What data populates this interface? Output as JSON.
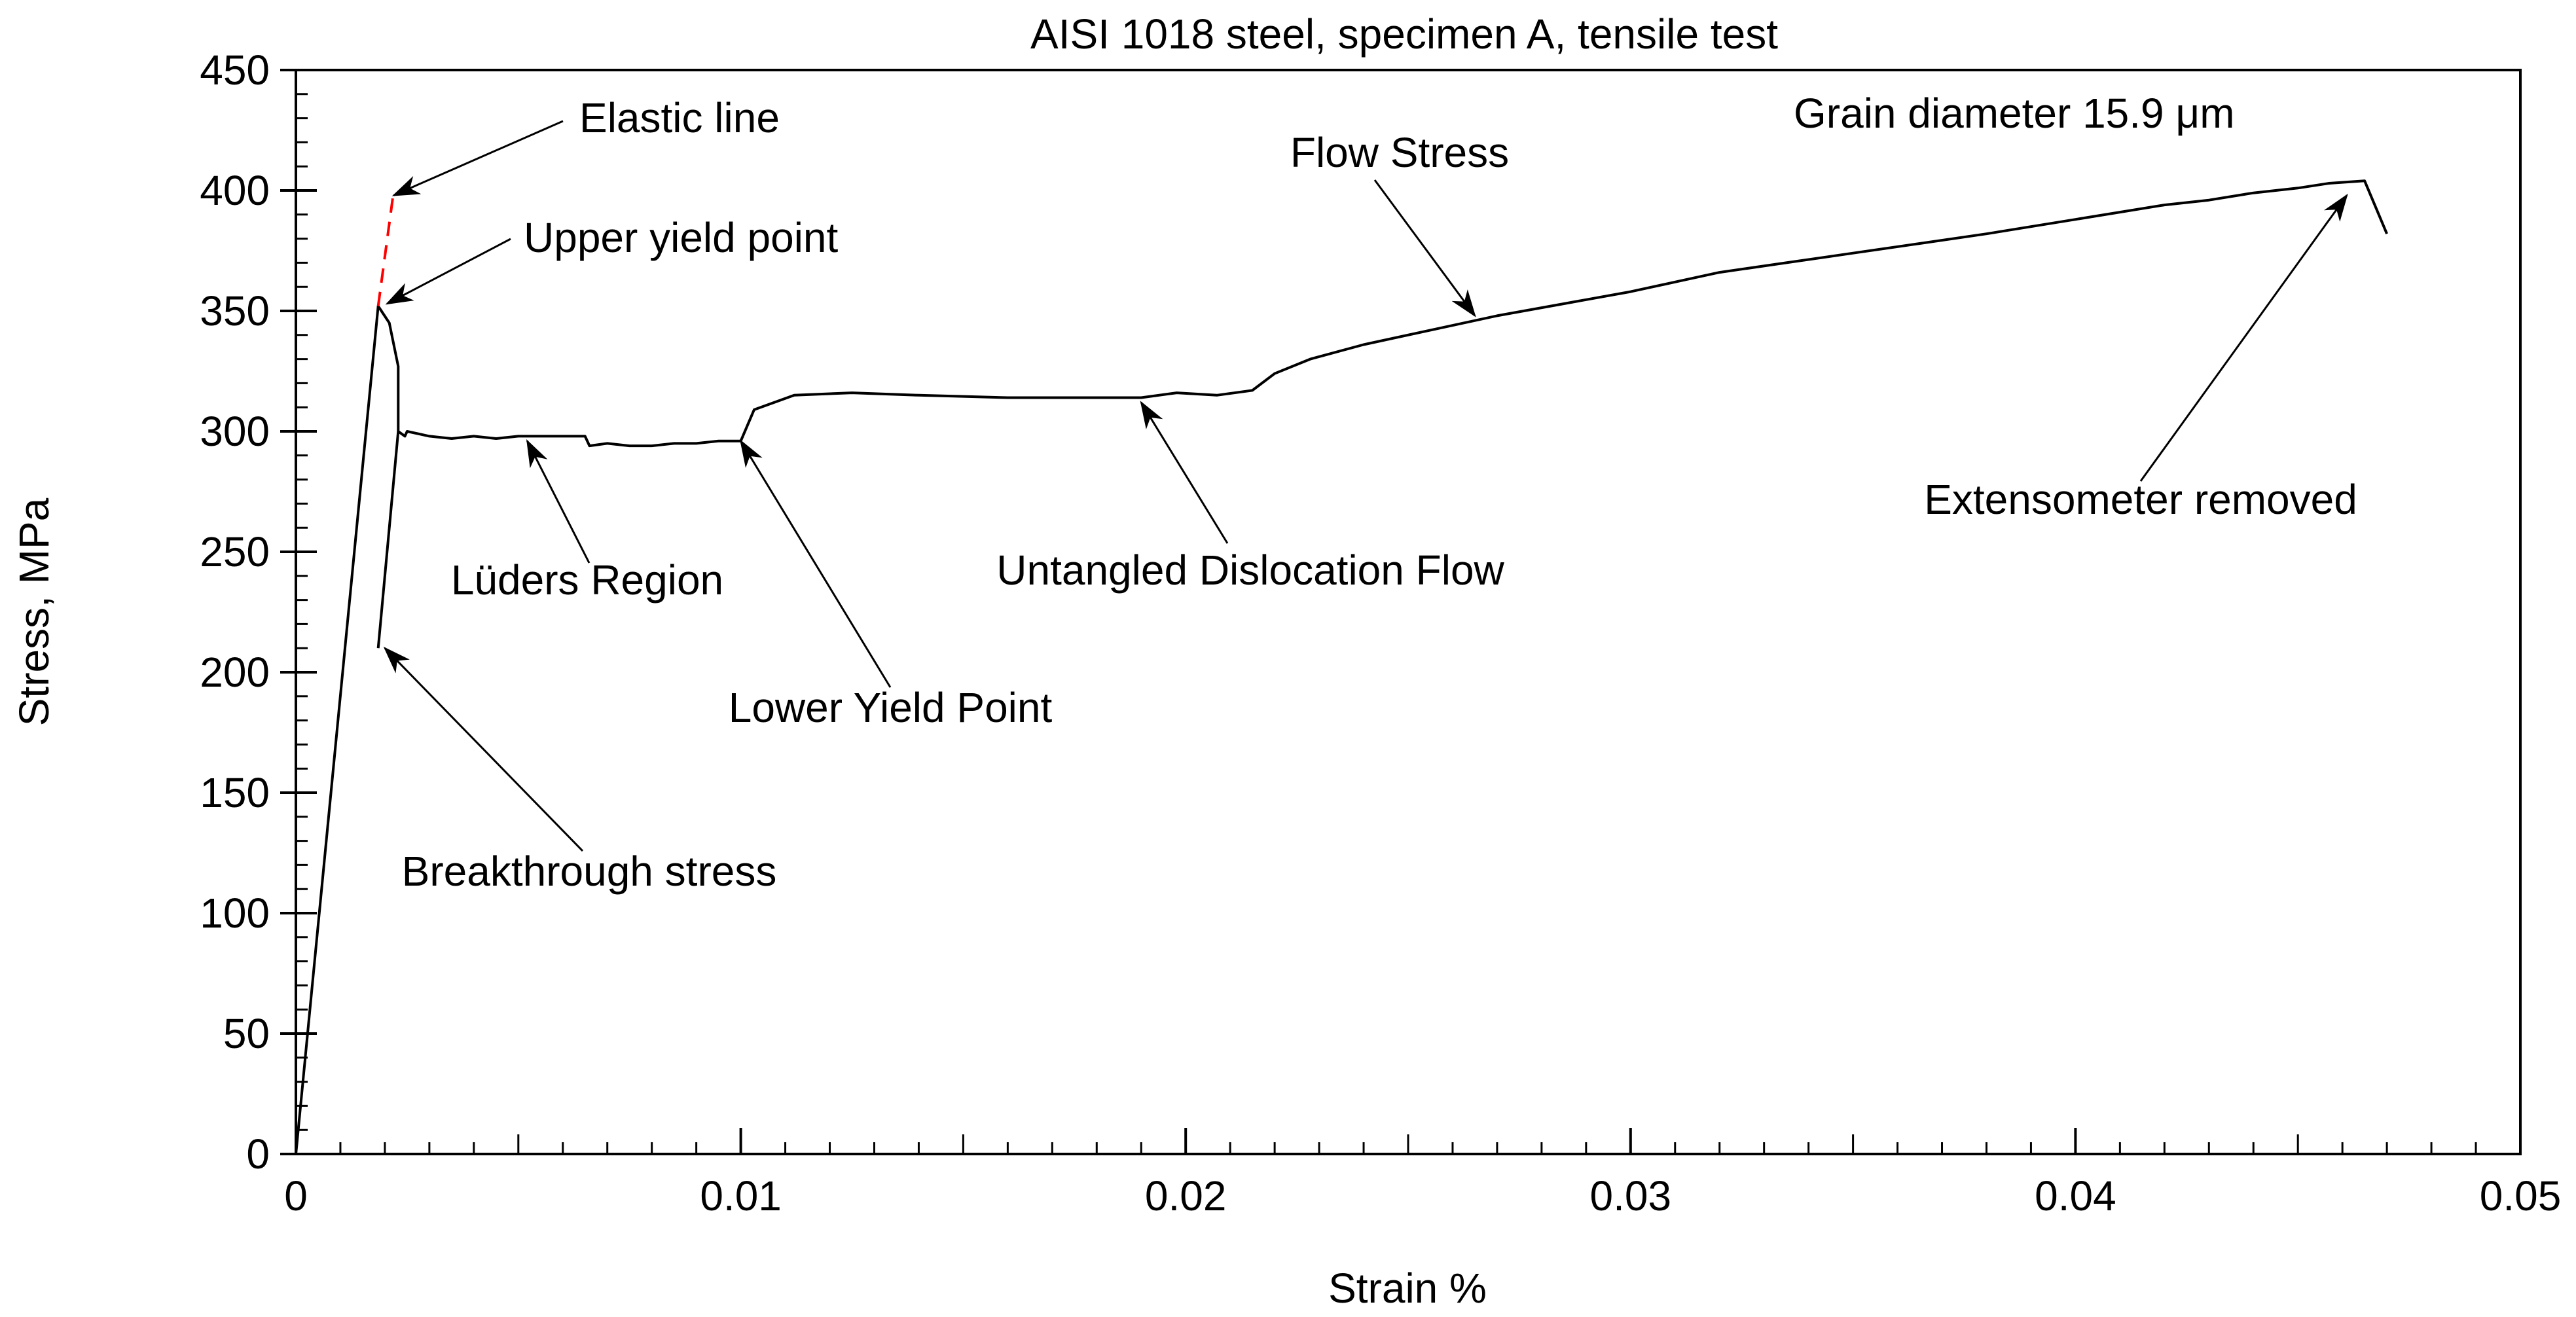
{
  "chart_data": {
    "type": "line",
    "title": "AISI 1018 steel, specimen A, tensile test",
    "xlabel": "Strain %",
    "ylabel": "Stress, MPa",
    "xlim": [
      0,
      0.05
    ],
    "ylim": [
      0,
      450
    ],
    "grid": false,
    "x_ticks": [
      0,
      0.01,
      0.02,
      0.03,
      0.04,
      0.05
    ],
    "x_tick_labels": [
      "0",
      "0.01",
      "0.02",
      "0.03",
      "0.04",
      "0.05"
    ],
    "y_ticks": [
      0,
      50,
      100,
      150,
      200,
      250,
      300,
      350,
      400,
      450
    ],
    "y_tick_labels": [
      "0",
      "50",
      "100",
      "150",
      "200",
      "250",
      "300",
      "350",
      "400",
      "450"
    ],
    "series": [
      {
        "color": "#000000",
        "x": [
          0.0,
          0.00185,
          0.0021,
          0.0023,
          0.0023,
          0.00245,
          0.0025,
          0.003,
          0.0035,
          0.004,
          0.0045,
          0.005,
          0.0055,
          0.006,
          0.0065,
          0.0066,
          0.007,
          0.0075,
          0.008,
          0.0085,
          0.009,
          0.0095,
          0.01,
          0.0103,
          0.0112,
          0.0125,
          0.014,
          0.016,
          0.018,
          0.019,
          0.0198,
          0.0207,
          0.0215,
          0.022,
          0.0228,
          0.024,
          0.0255,
          0.027,
          0.0285,
          0.03,
          0.031,
          0.032,
          0.0335,
          0.035,
          0.0365,
          0.038,
          0.039,
          0.04,
          0.041,
          0.042,
          0.043,
          0.044,
          0.045,
          0.0457,
          0.0465,
          0.047
        ],
        "y": [
          0,
          352,
          345,
          327,
          300,
          298,
          300,
          298,
          297,
          298,
          297,
          298,
          298,
          298,
          298,
          294,
          295,
          294,
          294,
          295,
          295,
          296,
          296,
          309,
          315,
          316,
          315,
          314,
          314,
          314,
          316,
          315,
          317,
          324,
          330,
          336,
          342,
          348,
          353,
          358,
          362,
          366,
          370,
          374,
          378,
          382,
          385,
          388,
          391,
          394,
          396,
          399,
          401,
          403,
          404,
          382
        ]
      },
      {
        "color": "#000000",
        "x": [
          0.00185,
          0.0023
        ],
        "y": [
          210,
          300
        ]
      },
      {
        "name": "Elastic line",
        "color": "#ff0000",
        "dashed": true,
        "x": [
          0.00185,
          0.0022
        ],
        "y": [
          352,
          400
        ]
      }
    ],
    "annotations": [
      {
        "text": "Elastic line",
        "at_x": 0.0022,
        "at_y": 398
      },
      {
        "text": "Upper yield point",
        "at_x": 0.00205,
        "at_y": 353
      },
      {
        "text": "Lüders Region",
        "at_x": 0.0052,
        "at_y": 296
      },
      {
        "text": "Lower Yield Point",
        "at_x": 0.01,
        "at_y": 296
      },
      {
        "text": "Breakthrough stress",
        "at_x": 0.002,
        "at_y": 210
      },
      {
        "text": "Untangled Dislocation Flow",
        "at_x": 0.019,
        "at_y": 312
      },
      {
        "text": "Flow Stress",
        "at_x": 0.0265,
        "at_y": 348
      },
      {
        "text": "Extensometer removed",
        "at_x": 0.0461,
        "at_y": 398
      },
      {
        "text": "Grain diameter 15.9 μm"
      }
    ]
  }
}
